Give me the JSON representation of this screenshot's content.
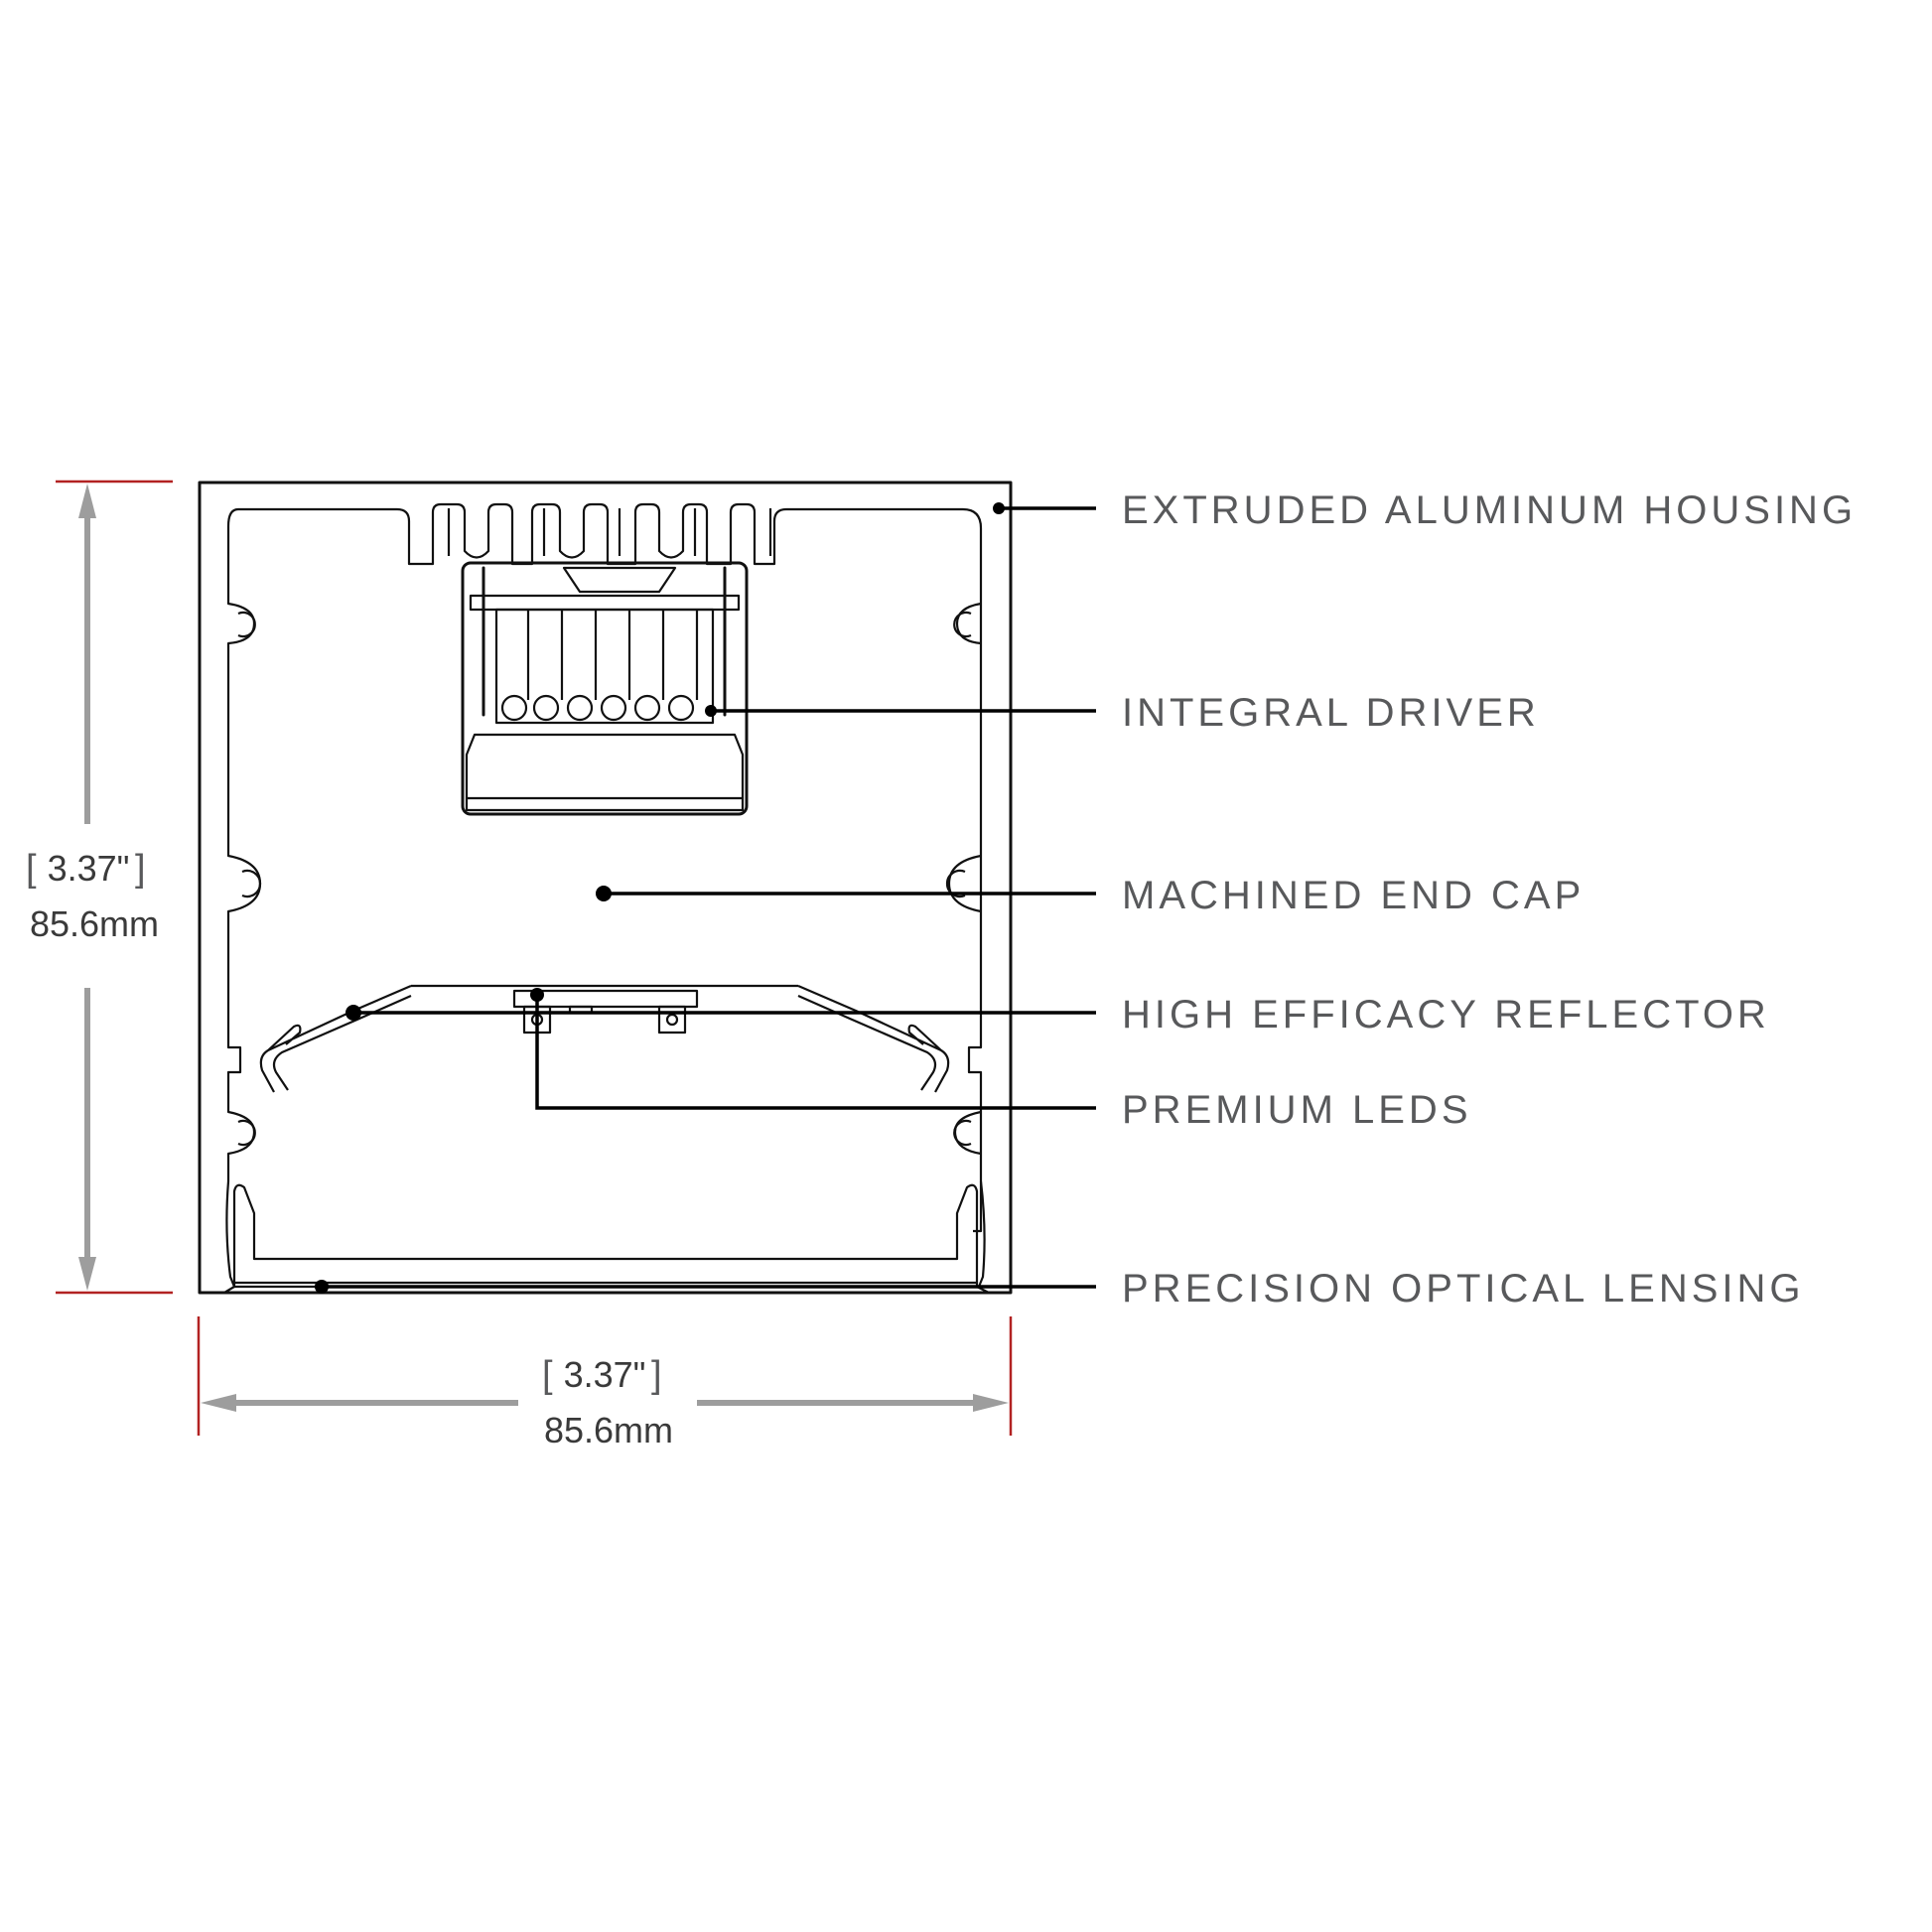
{
  "callouts": [
    {
      "id": "housing",
      "label": "EXTRUDED ALUMINUM HOUSING"
    },
    {
      "id": "driver",
      "label": "INTEGRAL DRIVER"
    },
    {
      "id": "endcap",
      "label": "MACHINED END CAP"
    },
    {
      "id": "reflector",
      "label": "HIGH EFFICACY REFLECTOR"
    },
    {
      "id": "leds",
      "label": "PREMIUM LEDS"
    },
    {
      "id": "lensing",
      "label": "PRECISION OPTICAL LENSING"
    }
  ],
  "dimensions": {
    "height": {
      "inches": "3.37\"",
      "mm": "85.6mm"
    },
    "width": {
      "inches": "3.37\"",
      "mm": "85.6mm"
    }
  },
  "colors": {
    "line": "#111111",
    "dimension_arrow": "#9d9d9d",
    "extension_line": "#b22222",
    "label_text": "#58595b"
  }
}
